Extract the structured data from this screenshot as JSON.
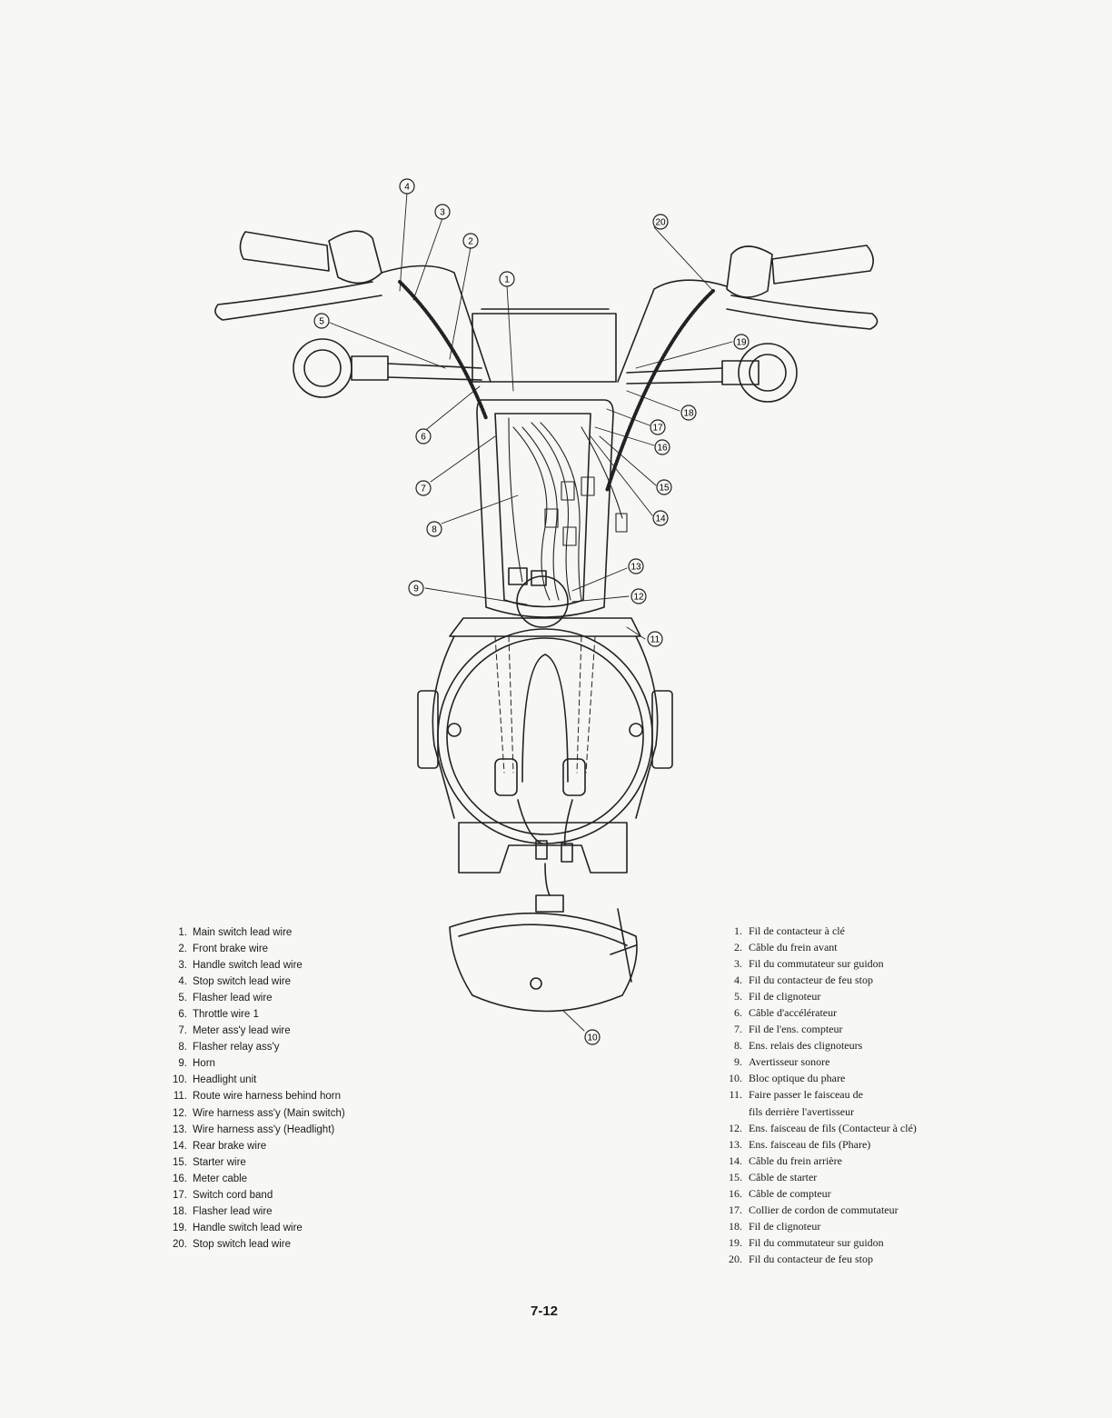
{
  "diagram": {
    "callouts": [
      "1",
      "2",
      "3",
      "4",
      "5",
      "6",
      "7",
      "8",
      "9",
      "10",
      "11",
      "12",
      "13",
      "14",
      "15",
      "16",
      "17",
      "18",
      "19",
      "20"
    ]
  },
  "legend_en": [
    {
      "num": "1.",
      "text": "Main switch lead wire"
    },
    {
      "num": "2.",
      "text": "Front brake wire"
    },
    {
      "num": "3.",
      "text": "Handle switch lead wire"
    },
    {
      "num": "4.",
      "text": "Stop switch lead wire"
    },
    {
      "num": "5.",
      "text": "Flasher lead wire"
    },
    {
      "num": "6.",
      "text": "Throttle wire 1"
    },
    {
      "num": "7.",
      "text": "Meter ass'y lead wire"
    },
    {
      "num": "8.",
      "text": "Flasher relay ass'y"
    },
    {
      "num": "9.",
      "text": "Horn"
    },
    {
      "num": "10.",
      "text": "Headlight unit"
    },
    {
      "num": "11.",
      "text": "Route wire harness behind horn"
    },
    {
      "num": "12.",
      "text": "Wire harness ass'y (Main switch)"
    },
    {
      "num": "13.",
      "text": "Wire harness ass'y (Headlight)"
    },
    {
      "num": "14.",
      "text": "Rear brake wire"
    },
    {
      "num": "15.",
      "text": "Starter wire"
    },
    {
      "num": "16.",
      "text": "Meter cable"
    },
    {
      "num": "17.",
      "text": "Switch cord band"
    },
    {
      "num": "18.",
      "text": "Flasher lead wire"
    },
    {
      "num": "19.",
      "text": "Handle switch lead wire"
    },
    {
      "num": "20.",
      "text": "Stop switch lead wire"
    }
  ],
  "legend_fr": [
    {
      "num": "1.",
      "text": "Fil de contacteur à clé"
    },
    {
      "num": "2.",
      "text": "Câble du frein avant"
    },
    {
      "num": "3.",
      "text": "Fil du commutateur sur guidon"
    },
    {
      "num": "4.",
      "text": "Fil du contacteur de feu stop"
    },
    {
      "num": "5.",
      "text": "Fil de clignoteur"
    },
    {
      "num": "6.",
      "text": "Câble d'accélérateur"
    },
    {
      "num": "7.",
      "text": "Fil de l'ens. compteur"
    },
    {
      "num": "8.",
      "text": "Ens. relais des clignoteurs"
    },
    {
      "num": "9.",
      "text": "Avertisseur sonore"
    },
    {
      "num": "10.",
      "text": "Bloc optique du phare"
    },
    {
      "num": "11.",
      "text": "Faire passer le faisceau de",
      "cont": "fils derrière l'avertisseur"
    },
    {
      "num": "12.",
      "text": "Ens. faisceau de fils (Contacteur à clé)"
    },
    {
      "num": "13.",
      "text": "Ens. faisceau de fils (Phare)"
    },
    {
      "num": "14.",
      "text": "Câble du frein arrière"
    },
    {
      "num": "15.",
      "text": "Câble de starter"
    },
    {
      "num": "16.",
      "text": "Câble de compteur"
    },
    {
      "num": "17.",
      "text": "Collier de cordon de commutateur"
    },
    {
      "num": "18.",
      "text": "Fil de clignoteur"
    },
    {
      "num": "19.",
      "text": "Fil du commutateur sur guidon"
    },
    {
      "num": "20.",
      "text": "Fil du contacteur de feu stop"
    }
  ],
  "page_number": "7-12"
}
